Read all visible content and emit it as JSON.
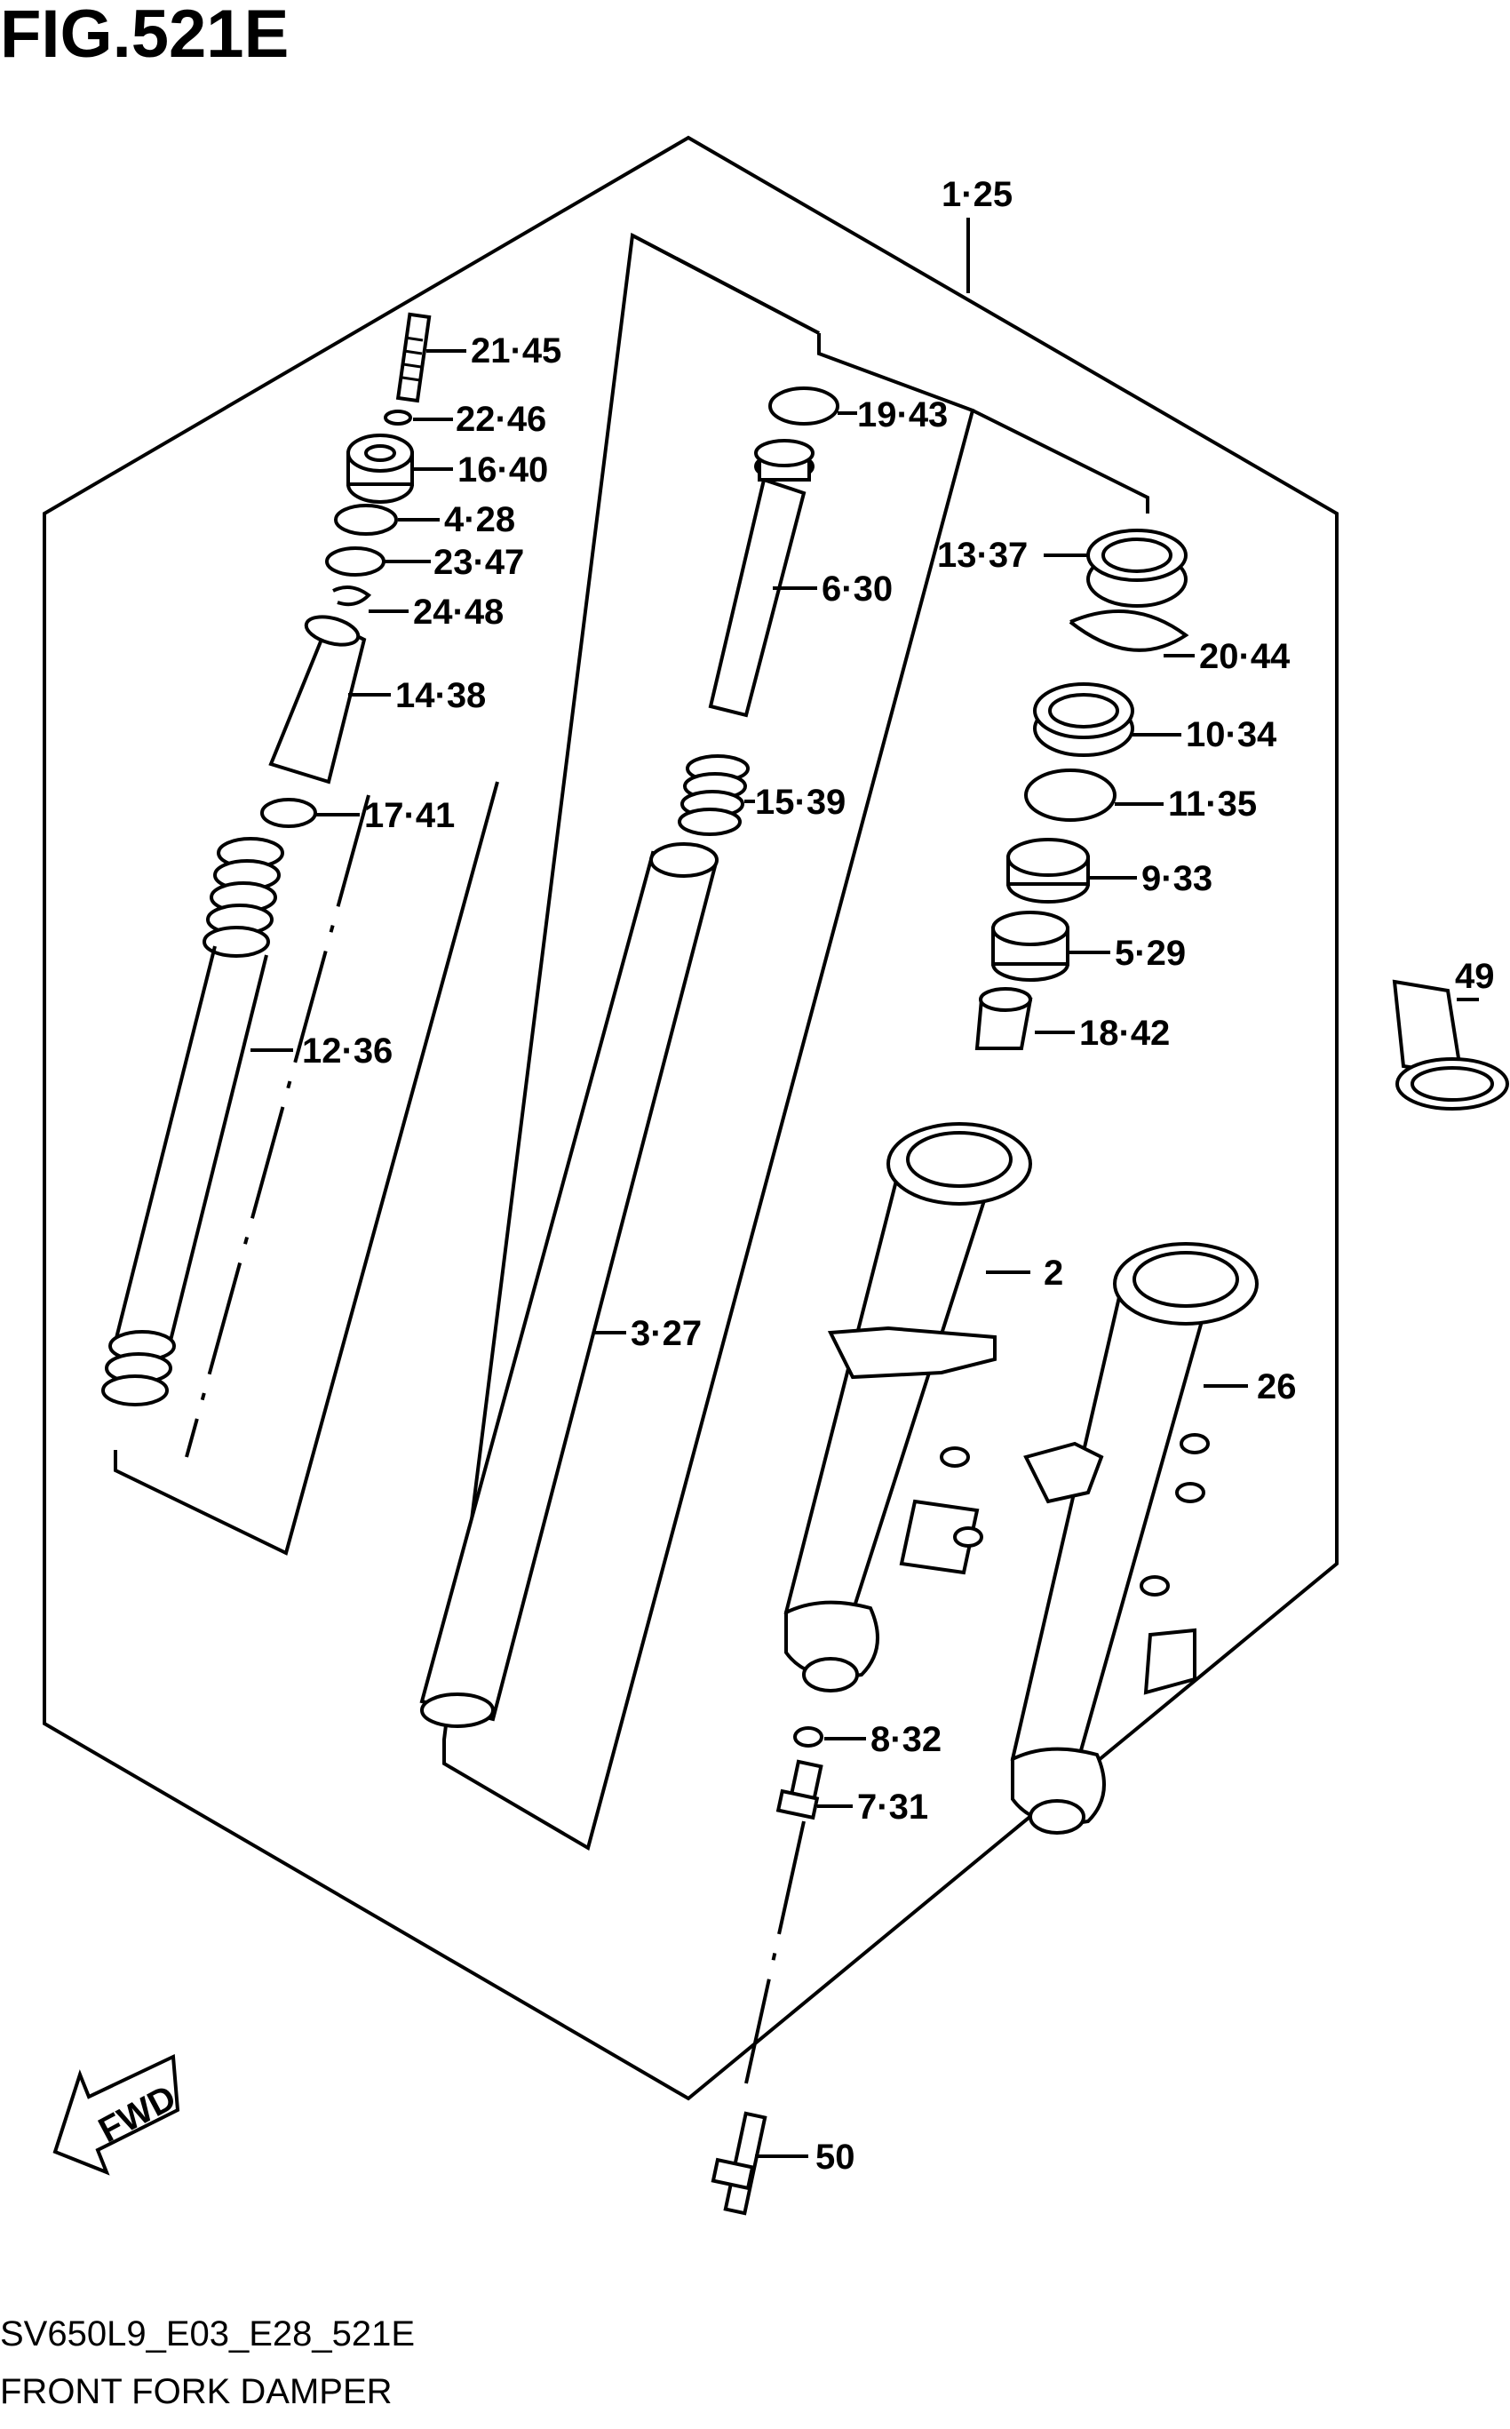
{
  "figure": {
    "title": "FIG.521E",
    "model_code": "SV650L9_E03_E28_521E",
    "name": "FRONT FORK DAMPER"
  },
  "direction_badge": "FWD",
  "callouts": [
    {
      "id": "c-1-25",
      "text": "1·25"
    },
    {
      "id": "c-21-45",
      "text": "21·45"
    },
    {
      "id": "c-22-46",
      "text": "22·46"
    },
    {
      "id": "c-16-40",
      "text": "16·40"
    },
    {
      "id": "c-4-28",
      "text": "4·28"
    },
    {
      "id": "c-23-47",
      "text": "23·47"
    },
    {
      "id": "c-24-48",
      "text": "24·48"
    },
    {
      "id": "c-14-38",
      "text": "14·38"
    },
    {
      "id": "c-17-41",
      "text": "17·41"
    },
    {
      "id": "c-12-36",
      "text": "12·36"
    },
    {
      "id": "c-19-43",
      "text": "19·43"
    },
    {
      "id": "c-6-30",
      "text": "6·30"
    },
    {
      "id": "c-15-39",
      "text": "15·39"
    },
    {
      "id": "c-3-27",
      "text": "3·27"
    },
    {
      "id": "c-13-37",
      "text": "13·37"
    },
    {
      "id": "c-20-44",
      "text": "20·44"
    },
    {
      "id": "c-10-34",
      "text": "10·34"
    },
    {
      "id": "c-11-35",
      "text": "11·35"
    },
    {
      "id": "c-9-33",
      "text": "9·33"
    },
    {
      "id": "c-5-29",
      "text": "5·29"
    },
    {
      "id": "c-18-42",
      "text": "18·42"
    },
    {
      "id": "c-49",
      "text": "49"
    },
    {
      "id": "c-2",
      "text": "2"
    },
    {
      "id": "c-26",
      "text": "26"
    },
    {
      "id": "c-8-32",
      "text": "8·32"
    },
    {
      "id": "c-7-31",
      "text": "7·31"
    },
    {
      "id": "c-50",
      "text": "50"
    }
  ]
}
